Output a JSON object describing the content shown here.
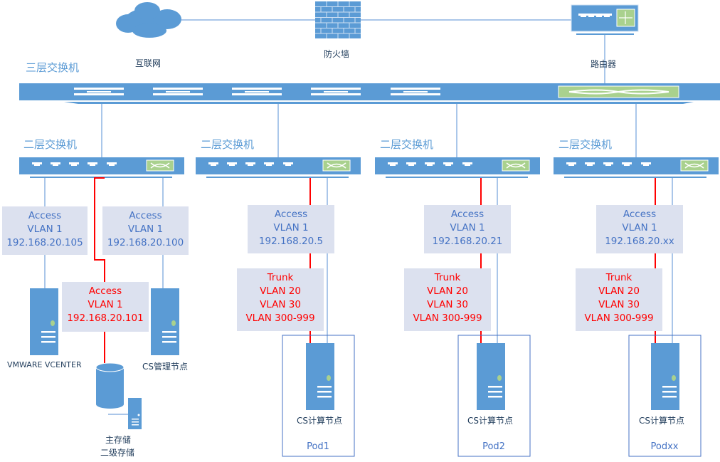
{
  "top_devices": {
    "internet": {
      "label": "互联网",
      "icon": "cloud-icon"
    },
    "firewall": {
      "label": "防火墙",
      "icon": "firewall-icon"
    },
    "router": {
      "label": "路由器",
      "icon": "router-icon"
    }
  },
  "core_switch": {
    "title": "三层交换机",
    "icon": "layer3-switch-icon"
  },
  "access_switches": [
    {
      "title": "二层交换机",
      "icon": "layer2-switch-icon"
    },
    {
      "title": "二层交换机",
      "icon": "layer2-switch-icon"
    },
    {
      "title": "二层交换机",
      "icon": "layer2-switch-icon"
    },
    {
      "title": "二层交换机",
      "icon": "layer2-switch-icon"
    }
  ],
  "mgmt_group": {
    "vcenter_port": {
      "mode": "Access",
      "vlan": "VLAN 1",
      "ip": "192.168.20.105"
    },
    "cs_mgmt_port": {
      "mode": "Access",
      "vlan": "VLAN 1",
      "ip": "192.168.20.100"
    },
    "storage_port": {
      "mode": "Access",
      "vlan": "VLAN 1",
      "ip": "192.168.20.101"
    },
    "vcenter_label": "VMWARE VCENTER",
    "cs_mgmt_label": "CS管理节点",
    "storage_label_primary": "主存储",
    "storage_label_secondary": "二级存储"
  },
  "pods": [
    {
      "name": "Pod1",
      "node_label": "CS计算节点",
      "access": {
        "mode": "Access",
        "vlan": "VLAN 1",
        "ip": "192.168.20.5"
      },
      "trunk": {
        "mode": "Trunk",
        "vlans": [
          "VLAN 20",
          "VLAN 30",
          "VLAN 300-999"
        ]
      }
    },
    {
      "name": "Pod2",
      "node_label": "CS计算节点",
      "access": {
        "mode": "Access",
        "vlan": "VLAN 1",
        "ip": "192.168.20.21"
      },
      "trunk": {
        "mode": "Trunk",
        "vlans": [
          "VLAN 20",
          "VLAN 30",
          "VLAN 300-999"
        ]
      }
    },
    {
      "name": "Podxx",
      "node_label": "CS计算节点",
      "access": {
        "mode": "Access",
        "vlan": "VLAN 1",
        "ip": "192.168.20.xx"
      },
      "trunk": {
        "mode": "Trunk",
        "vlans": [
          "VLAN 20",
          "VLAN 30",
          "VLAN 300-999"
        ]
      }
    }
  ],
  "colors": {
    "device_blue": "#5b9bd5",
    "accent_green": "#a9d18e",
    "box_fill": "#dce1ef",
    "trunk_red": "#ff0000",
    "access_blue": "#4472c4"
  }
}
